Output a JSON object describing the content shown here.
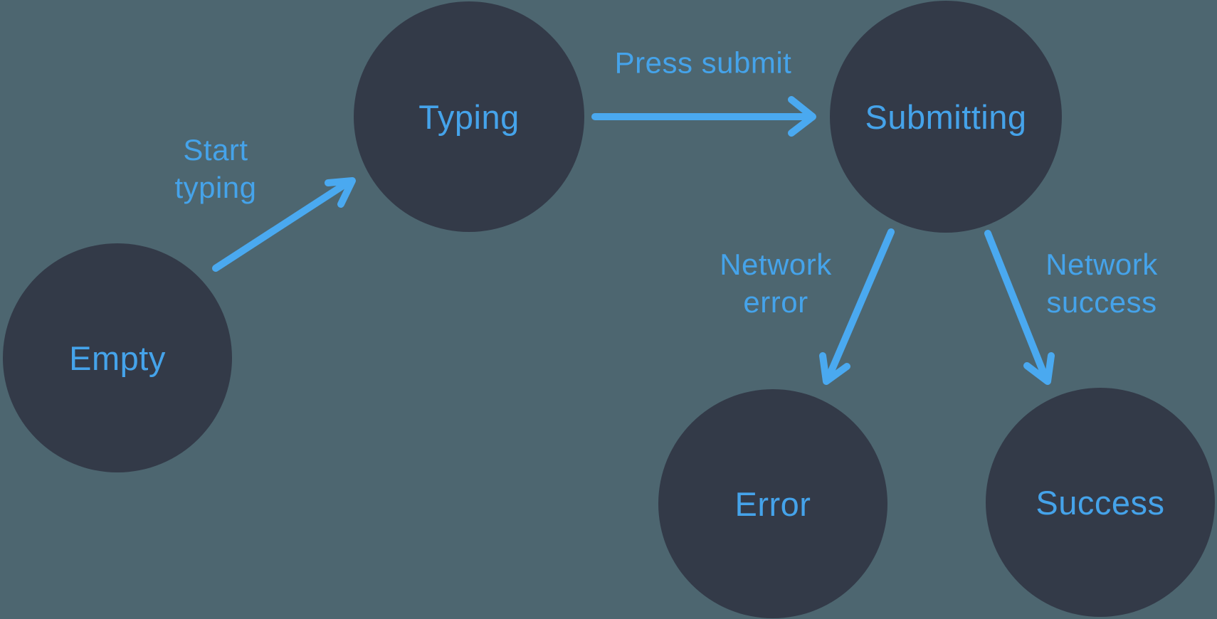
{
  "diagram": {
    "type": "state-machine",
    "nodes": [
      {
        "id": "empty",
        "label": "Empty"
      },
      {
        "id": "typing",
        "label": "Typing"
      },
      {
        "id": "submitting",
        "label": "Submitting"
      },
      {
        "id": "error",
        "label": "Error"
      },
      {
        "id": "success",
        "label": "Success"
      }
    ],
    "edges": [
      {
        "from": "empty",
        "to": "typing",
        "label": "Start typing"
      },
      {
        "from": "typing",
        "to": "submitting",
        "label": "Press submit"
      },
      {
        "from": "submitting",
        "to": "error",
        "label": "Network error"
      },
      {
        "from": "submitting",
        "to": "success",
        "label": "Network success"
      }
    ]
  },
  "colors": {
    "background": "#4d6670",
    "node_fill": "#333a48",
    "accent_blue": "#45a3ea",
    "arrow_blue": "#4aa9f0"
  }
}
